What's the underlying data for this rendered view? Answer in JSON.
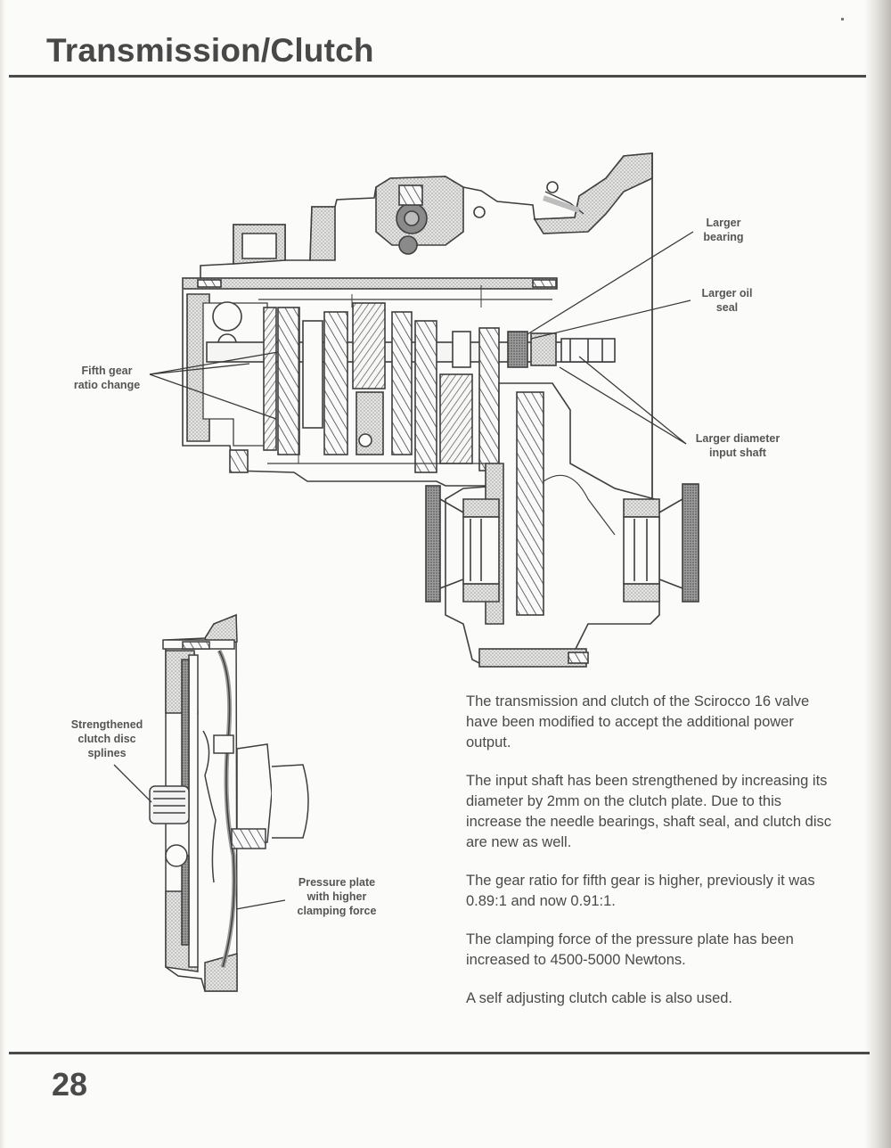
{
  "page": {
    "title": "Transmission/Clutch",
    "page_number": "28"
  },
  "diagrams": {
    "transmission": {
      "name": "Transmission cross-section",
      "callouts": {
        "larger_bearing": [
          "Larger",
          "bearing"
        ],
        "larger_oil_seal": [
          "Larger oil",
          "seal"
        ],
        "larger_diameter_input_shaft": [
          "Larger diameter",
          "input shaft"
        ],
        "fifth_gear_ratio_change": [
          "Fifth gear",
          "ratio change"
        ]
      }
    },
    "clutch": {
      "name": "Clutch cross-section",
      "callouts": {
        "strengthened_splines": [
          "Strengthened",
          "clutch disc",
          "splines"
        ],
        "pressure_plate": [
          "Pressure plate",
          "with higher",
          "clamping force"
        ]
      }
    }
  },
  "body": {
    "paragraphs": [
      "The transmission and clutch of the Scirocco 16 valve have been modified to accept the additional power output.",
      "The input shaft has been strengthened by increasing its diameter by 2mm on the clutch plate. Due to this increase the needle bearings, shaft seal, and clutch disc are new as well.",
      "The gear ratio for fifth gear is higher, previously it was 0.89:1 and now 0.91:1.",
      "The clamping force of the pressure plate has been increased to 4500-5000 Newtons.",
      "A self adjusting clutch cable is also used."
    ]
  },
  "colors": {
    "paper": "#fbfbf9",
    "ink": "#4a4a4a",
    "hatch": "#bdbdbd"
  }
}
